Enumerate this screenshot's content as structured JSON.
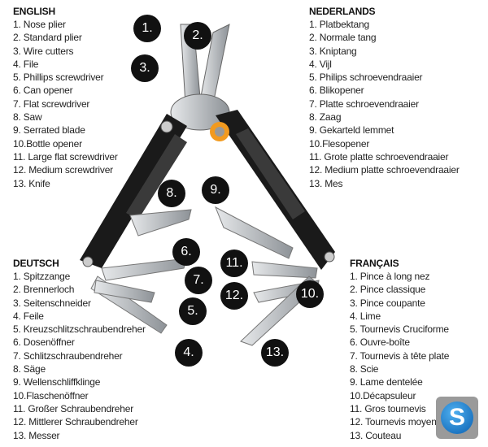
{
  "lists": {
    "english": {
      "title": "ENGLISH",
      "items": [
        "1. Nose plier",
        "2. Standard plier",
        "3. Wire cutters",
        "4. File",
        "5. Phillips screwdriver",
        "6. Can opener",
        "7. Flat screwdriver",
        "8. Saw",
        "9. Serrated blade",
        "10.Bottle opener",
        "11. Large flat screwdriver",
        "12. Medium screwdriver",
        "13. Knife"
      ]
    },
    "nederlands": {
      "title": "NEDERLANDS",
      "items": [
        "1. Platbektang",
        "2. Normale tang",
        "3. Kniptang",
        "4. Vijl",
        "5. Philips schroevendraaier",
        "6. Blikopener",
        "7. Platte schroevendraaier",
        "8. Zaag",
        "9. Gekarteld lemmet",
        "10.Flesopener",
        "11. Grote platte schroevendraaier",
        "12. Medium platte schroevendraaier",
        "13. Mes"
      ]
    },
    "deutsch": {
      "title": "DEUTSCH",
      "items": [
        "1. Spitzzange",
        "2. Brennerloch",
        "3. Seitenschneider",
        "4. Feile",
        "5. Kreuzschlitzschraubendreher",
        "6. Dosenöffner",
        "7. Schlitzschraubendreher",
        "8. Säge",
        "9. Wellenschliffklinge",
        "10.Flaschenöffner",
        "11. Großer Schraubendreher",
        "12. Mittlerer Schraubendreher",
        "13. Messer"
      ]
    },
    "francais": {
      "title": "FRANÇAIS",
      "items": [
        "1. Pince à long nez",
        "2. Pince classique",
        "3. Pince coupante",
        "4. Lime",
        "5. Tournevis Cruciforme",
        "6. Ouvre-boîte",
        "7. Tournevis à tête plate",
        "8. Scie",
        "9. Lame dentelée",
        "10.Décapsuleur",
        "11. Gros tournevis",
        "12. Tournevis moyen",
        "13. Couteau"
      ]
    }
  },
  "callouts": [
    "1.",
    "2.",
    "3.",
    "4.",
    "5.",
    "6.",
    "7.",
    "8.",
    "9.",
    "10.",
    "11.",
    "12.",
    "13."
  ],
  "logo": {
    "letter": "S"
  },
  "colors": {
    "accent": "#f29a1f",
    "handle": "#1a1a1a",
    "steel": "#b8bcc0"
  }
}
